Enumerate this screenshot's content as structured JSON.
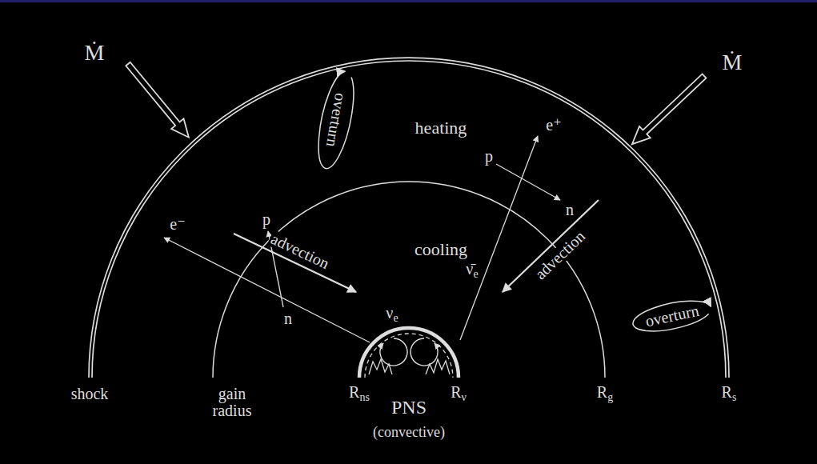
{
  "diagram": {
    "labels": [
      "Ṁ",
      "Ṁ",
      "overturn",
      "heating",
      "p",
      "e⁺",
      "ν̄e",
      "n",
      "advection",
      "cooling",
      "advection",
      "e⁻",
      "p",
      "n",
      "νe",
      "overturn",
      "shock",
      "gain radius",
      "Rns",
      "PNS",
      "(convective)",
      "Rν",
      "Rg",
      "Rs"
    ]
  }
}
